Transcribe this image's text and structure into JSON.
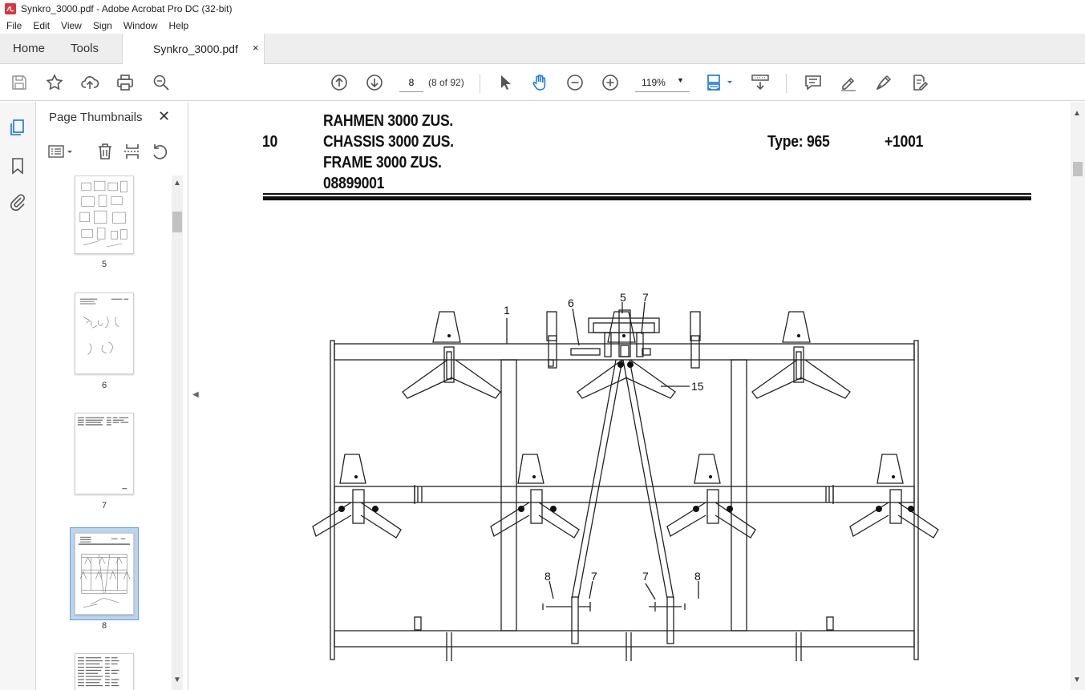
{
  "window": {
    "title": "Synkro_3000.pdf - Adobe Acrobat Pro DC (32-bit)",
    "accent": "#d7373f"
  },
  "menu": [
    "File",
    "Edit",
    "View",
    "Sign",
    "Window",
    "Help"
  ],
  "tabs": {
    "home": "Home",
    "tools": "Tools",
    "document": "Synkro_3000.pdf",
    "close": "×"
  },
  "toolbar": {
    "page_number": "8",
    "page_count": "(8 of 92)",
    "zoom": "119%",
    "zoom_arrow": "▼",
    "icons": [
      "save-icon",
      "star-icon",
      "upload-icon",
      "print-icon",
      "zoom-search-icon",
      "page-up-icon",
      "page-down-icon",
      "select-cursor-icon",
      "hand-tool-icon",
      "zoom-out-icon",
      "zoom-in-icon",
      "fit-page-icon",
      "scroll-mode-icon",
      "comment-icon",
      "highlight-icon",
      "sign-icon",
      "edit-pdf-icon"
    ]
  },
  "panel": {
    "title": "Page Thumbnails",
    "close": "✕",
    "thumbnails": [
      {
        "label": "5"
      },
      {
        "label": "6"
      },
      {
        "label": "7"
      },
      {
        "label": "8",
        "selected": true
      }
    ]
  },
  "document": {
    "section_number": "10",
    "title_de": "RAHMEN 3000 ZUS.",
    "title_fr": "CHASSIS 3000 ZUS.",
    "title_en": "FRAME 3000 ZUS.",
    "part_number": "08899001",
    "type": "Type: 965",
    "serial": "+1001",
    "callouts": {
      "c1": "1",
      "c6": "6",
      "c5": "5",
      "c7a": "7",
      "c15": "15",
      "c8a": "8",
      "c7b": "7",
      "c7c": "7",
      "c8b": "8"
    }
  }
}
